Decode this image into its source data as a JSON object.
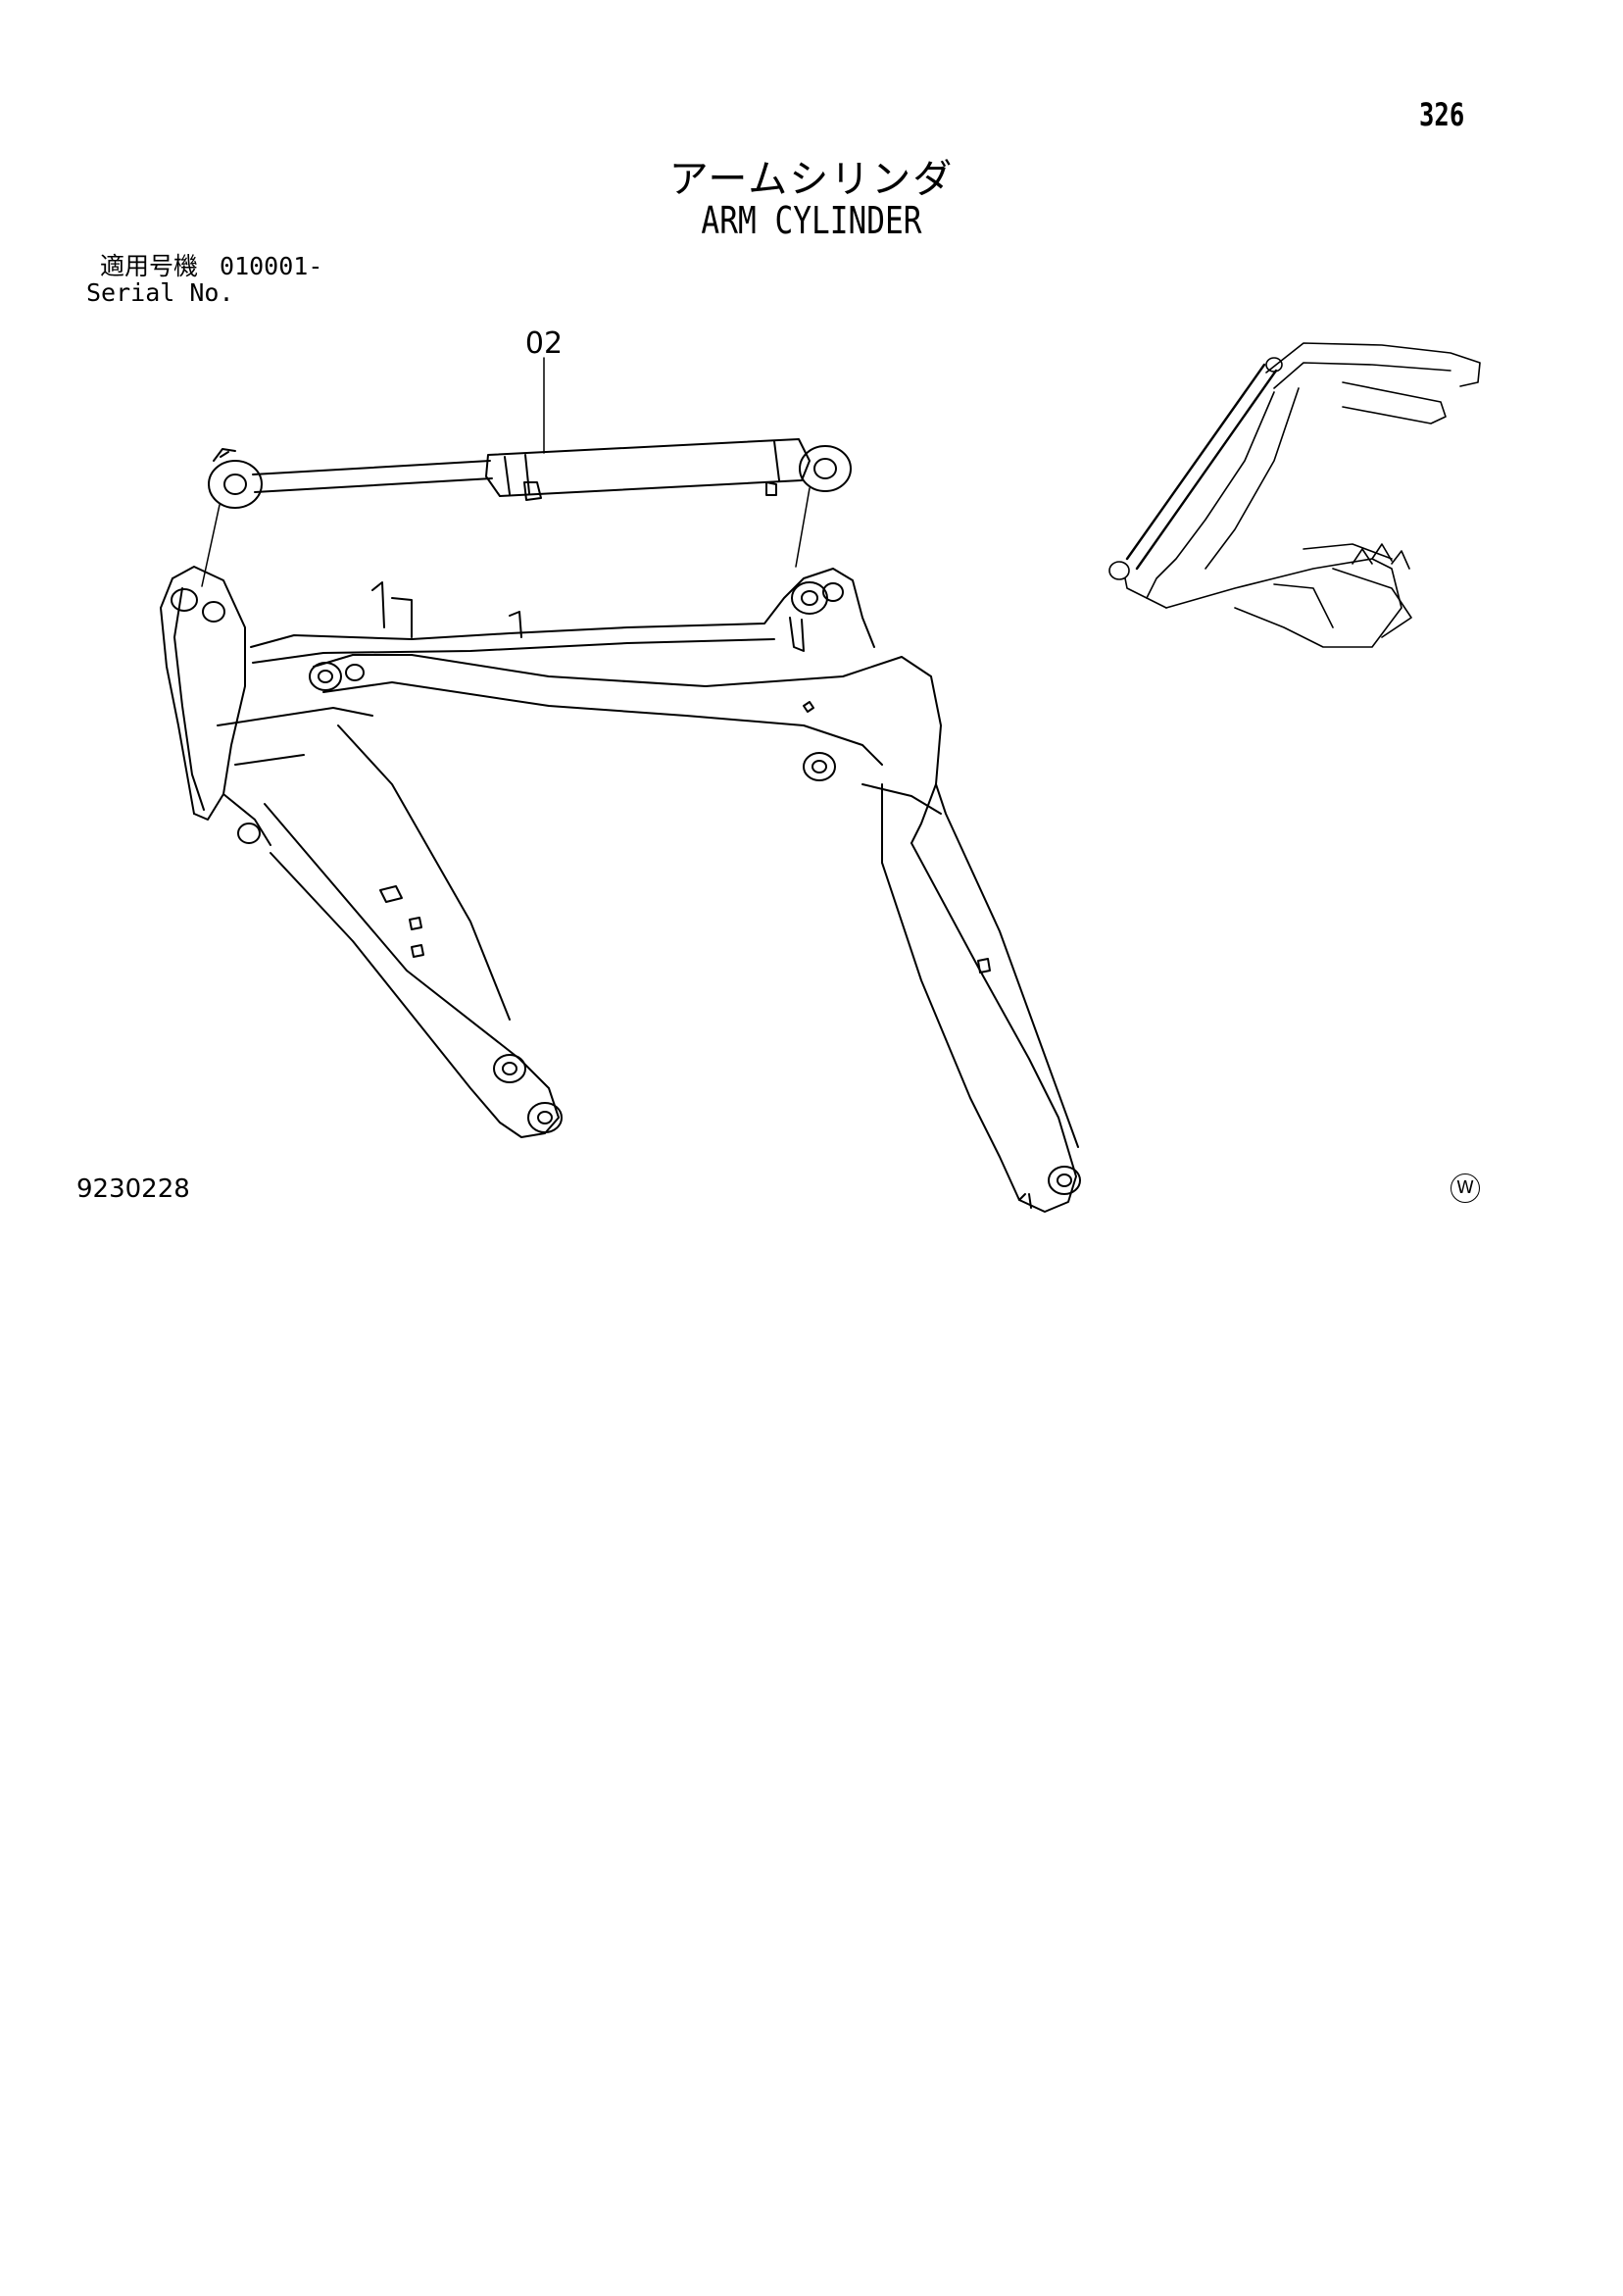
{
  "page": {
    "number": "326"
  },
  "title": {
    "japanese": "アームシリンダ",
    "english": "ARM CYLINDER"
  },
  "serial": {
    "label_japanese": "適用号機",
    "value": "010001-",
    "label_english": "Serial No."
  },
  "callouts": [
    {
      "id": "02"
    }
  ],
  "figure": {
    "number": "9230228",
    "mark": "W"
  }
}
